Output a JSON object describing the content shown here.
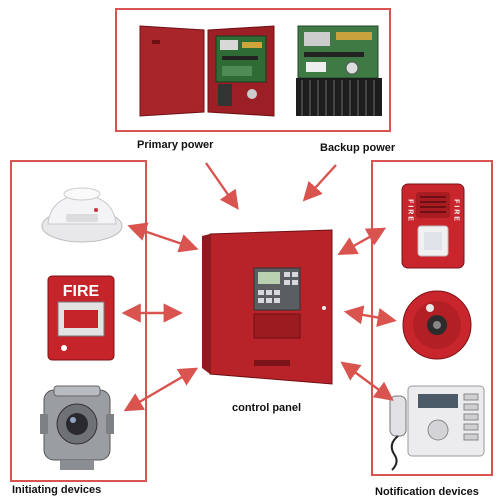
{
  "labels": {
    "primary_power": "Primary power",
    "backup_power": "Backup power",
    "control_panel": "control panel",
    "initiating_devices": "Initiating devices",
    "notification_devices": "Notification devices"
  },
  "device_text": {
    "pull_station": "FIRE",
    "strobe_left": "F I R E",
    "strobe_right": "F I R E"
  },
  "colors": {
    "frame": "#d9534f",
    "arrow": "#d9534f",
    "panel_red": "#b8232a"
  }
}
